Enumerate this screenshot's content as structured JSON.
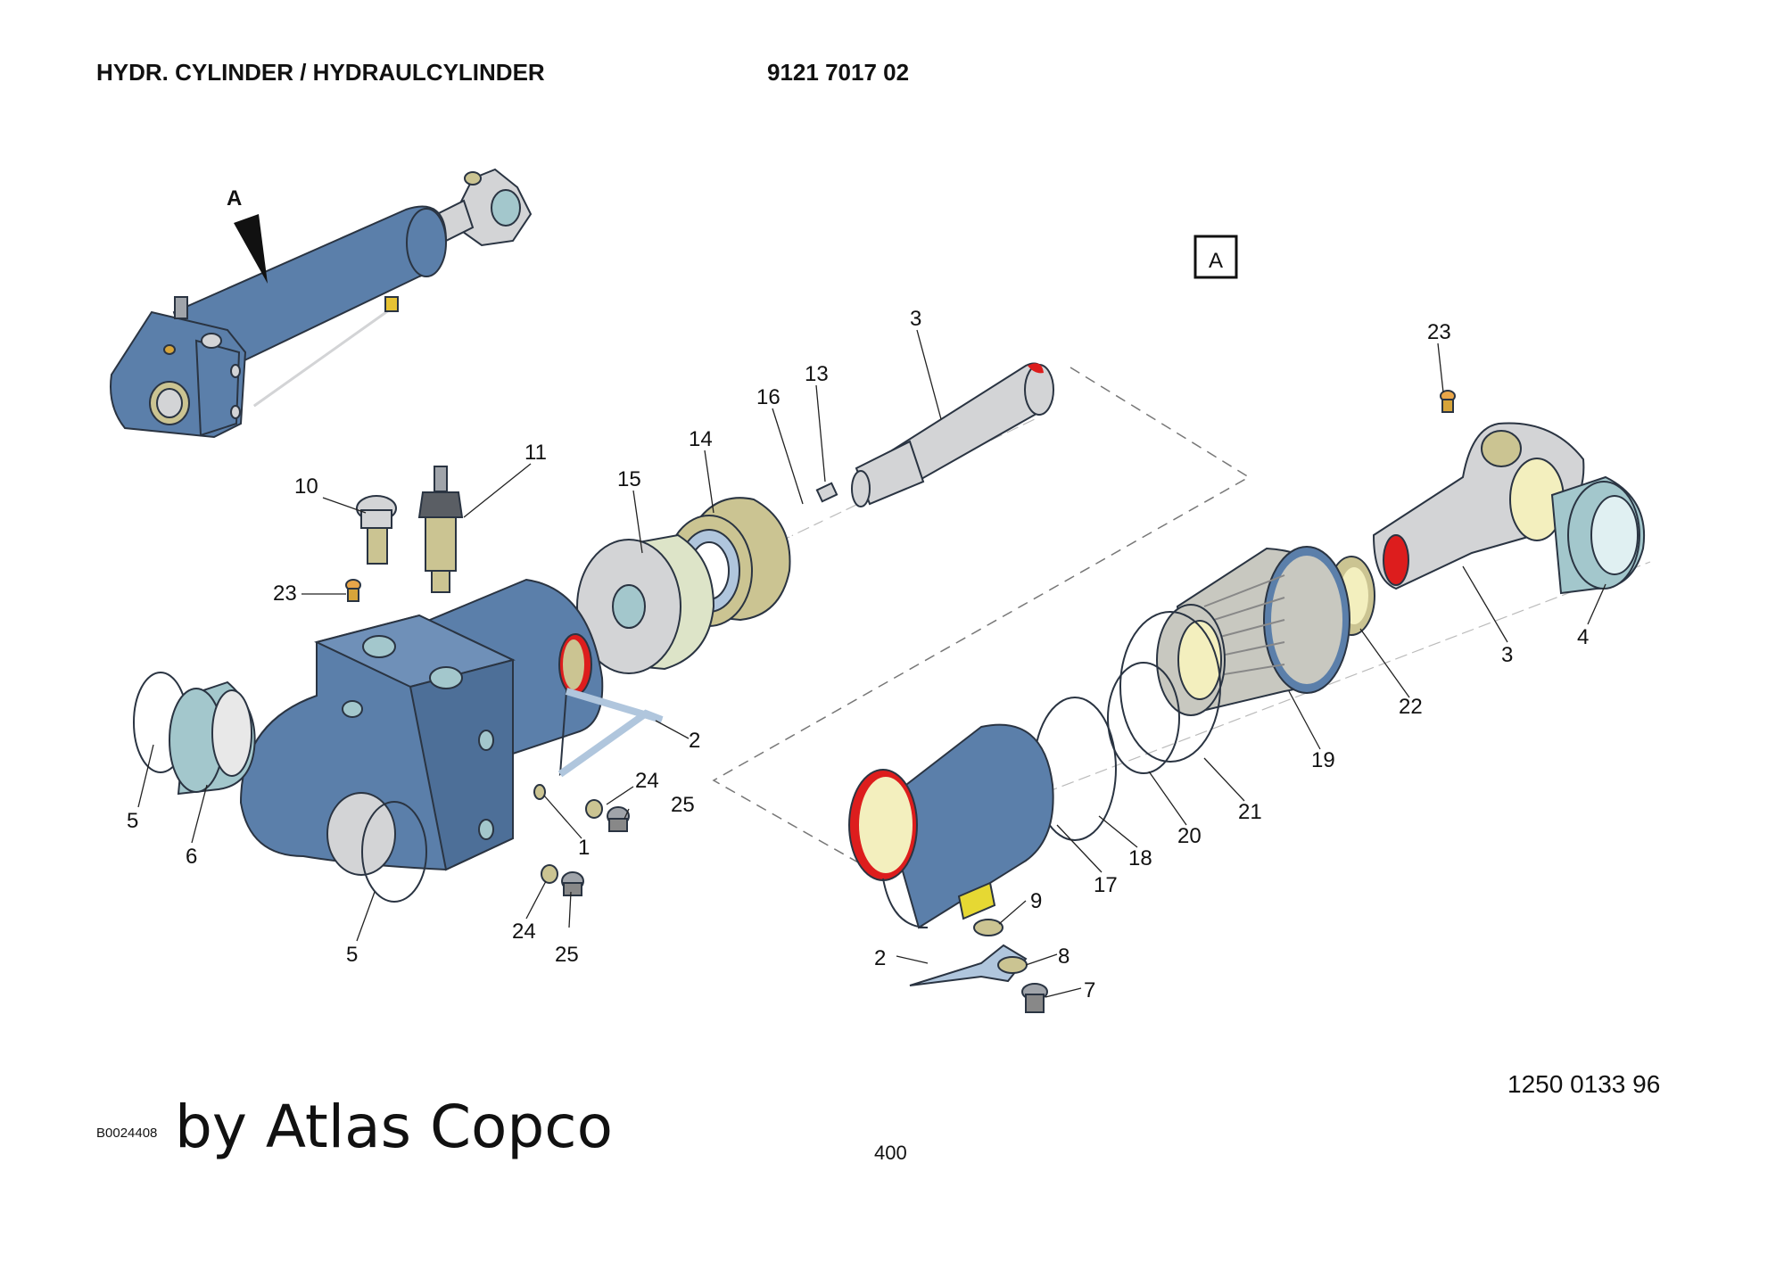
{
  "header": {
    "title": "HYDR. CYLINDER / HYDRAULCYLINDER",
    "part_number": "9121 7017 02"
  },
  "view": {
    "arrow_label": "A",
    "detail_label": "A"
  },
  "callouts": {
    "c3_top": "3",
    "c23_right": "23",
    "c13": "13",
    "c16": "16",
    "c14": "14",
    "c15": "15",
    "c11": "11",
    "c10": "10",
    "c23_left": "23",
    "c2_upper": "2",
    "c24_upper": "24",
    "c25_upper": "25",
    "c1": "1",
    "c5_left": "5",
    "c6": "6",
    "c5_bottom": "5",
    "c24_lower": "24",
    "c25_lower": "25",
    "c22": "22",
    "c3_right": "3",
    "c4": "4",
    "c19": "19",
    "c21": "21",
    "c20": "20",
    "c18": "18",
    "c17": "17",
    "c9": "9",
    "c8": "8",
    "c2_lower": "2",
    "c7": "7"
  },
  "footer": {
    "doc_number": "1250 0133 96",
    "drawing_id": "B0024408",
    "credit": "by Atlas Copco",
    "page": "400"
  },
  "colors": {
    "body_blue": "#5b7faa",
    "rod_grey": "#d3d4d6",
    "bearing_teal": "#a3c7cc",
    "seal_khaki": "#cbc492",
    "port_red": "#dd1d1d",
    "brass": "#d6a43a",
    "ring_orange": "#e9a649"
  }
}
